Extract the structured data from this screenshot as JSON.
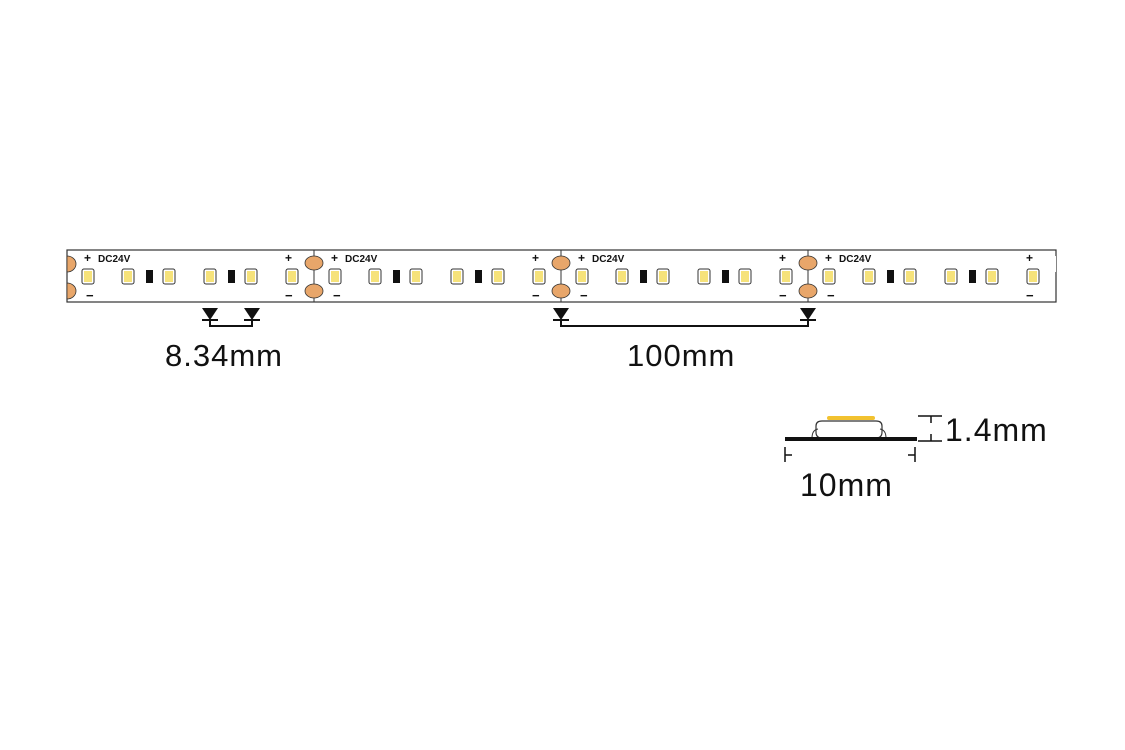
{
  "strip": {
    "segments": 4,
    "leds_per_segment": 6,
    "voltage_label": "DC24V",
    "plus_label": "+",
    "minus_label": "−",
    "colors": {
      "led": "#f6e27a",
      "pad": "#e8a66a",
      "outline": "#333333"
    }
  },
  "dimensions": {
    "led_pitch": "8.34mm",
    "cut_length": "100mm",
    "height": "1.4mm",
    "width": "10mm"
  }
}
